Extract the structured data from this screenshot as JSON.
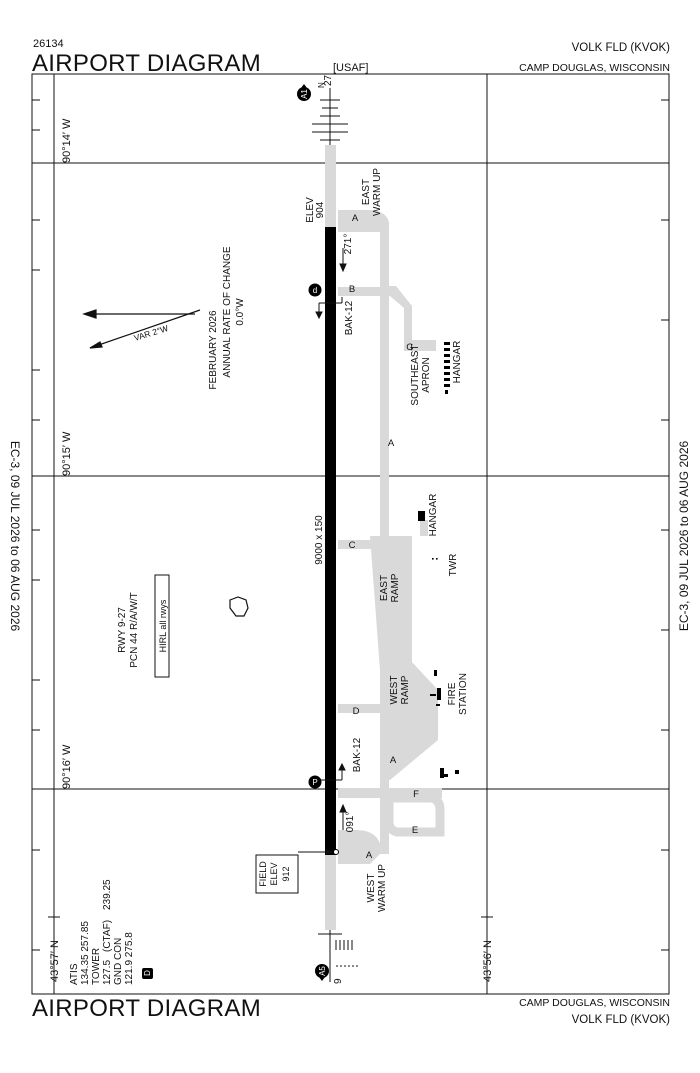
{
  "header": {
    "chart_code": "26134",
    "title": "AIRPORT DIAGRAM",
    "operator": "[USAF]",
    "airport_name": "VOLK FLD  (KVOK)",
    "city_state": "CAMP DOUGLAS, WISCONSIN"
  },
  "footer": {
    "title": "AIRPORT DIAGRAM",
    "city_state": "CAMP DOUGLAS, WISCONSIN",
    "airport_name": "VOLK FLD  (KVOK)"
  },
  "effective_dates": {
    "left": "EC-3,  09 JUL 2026  to  06 AUG 2026",
    "right": "EC-3,  09 JUL 2026  to  06 AUG 2026"
  },
  "coordinates": {
    "lon_14": "90°14′ W",
    "lon_15": "90°15′ W",
    "lon_16": "90°16′ W",
    "lat_57": "43°57′ N",
    "lat_56": "43°56′ N"
  },
  "magnetic_variation": {
    "var_label": "VAR 2°W",
    "epoch": "FEBRUARY 2026",
    "annual_rate_label": "ANNUAL RATE OF CHANGE",
    "annual_rate": "0.0°W"
  },
  "runway": {
    "id_label": "RWY 9-27",
    "pcn": "PCN 44 R/A/W/T",
    "dimensions": "9000 x 150",
    "lighting": "HIRL all rwys",
    "end_north": "27",
    "end_south": "9",
    "elev_north_label": "ELEV",
    "elev_north": "904",
    "heading_north": "271°",
    "heading_south": "091°",
    "arrest_north": "BAK-12",
    "arrest_south": "BAK-12"
  },
  "field_elevation": {
    "label1": "FIELD",
    "label2": "ELEV",
    "value": "912"
  },
  "labels": {
    "east_warm_up": [
      "EAST",
      "WARM UP"
    ],
    "west_warm_up": [
      "WEST",
      "WARM UP"
    ],
    "southeast_apron": [
      "SOUTHEAST",
      "APRON"
    ],
    "hangar": "HANGAR",
    "east_ramp": [
      "EAST",
      "RAMP"
    ],
    "west_ramp": [
      "WEST",
      "RAMP"
    ],
    "fire_station": [
      "FIRE",
      "STATION"
    ],
    "tower": "TWR"
  },
  "taxiways": {
    "a1": "A",
    "b": "B",
    "g": "G",
    "a2": "A",
    "c": "C",
    "d": "D",
    "a3": "A",
    "f": "F",
    "e": "E",
    "a4": "A"
  },
  "markers": {
    "hot_spot_a1": "A1",
    "hot_spot_a5": "A5",
    "north": "N",
    "d_circle": "d",
    "p_circle": "P"
  },
  "comms": {
    "atis_label": "ATIS",
    "atis_freq": "134.35  257.85",
    "tower_label": "TOWER",
    "tower_freq": "127.5",
    "ctaf_label": "(CTAF)",
    "tower_freq_mil": "239.25",
    "gnd_con_label": "GND CON",
    "gnd_con_freq": "121.9  275.8",
    "d_box": "D"
  }
}
